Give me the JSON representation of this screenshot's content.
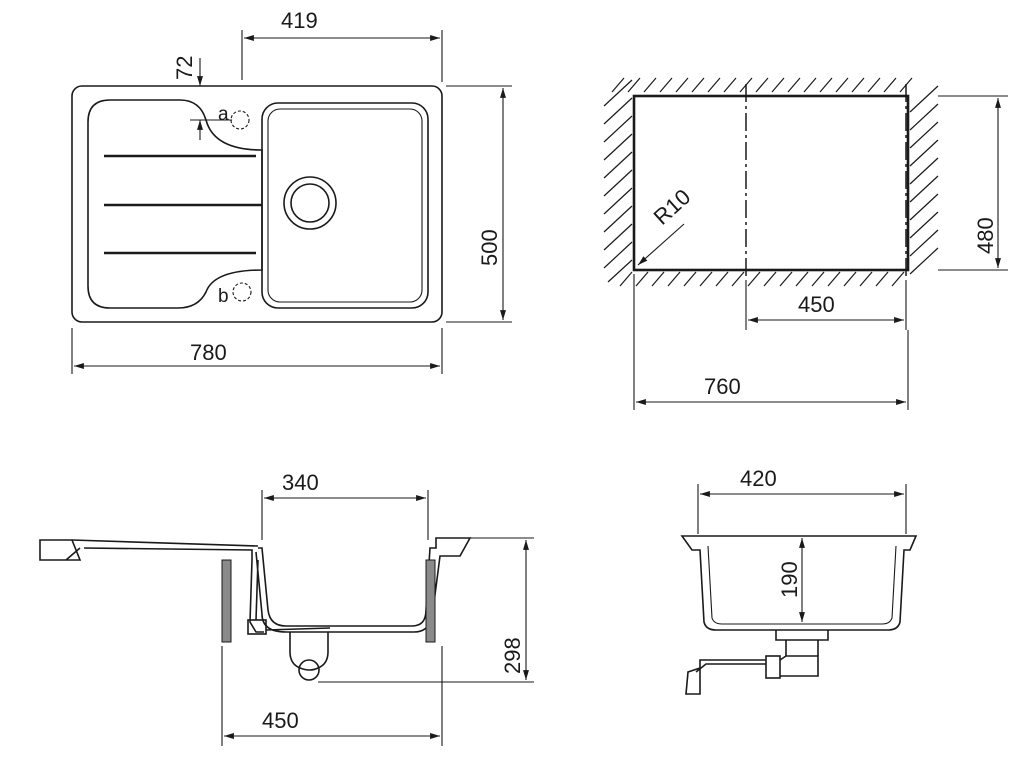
{
  "views": {
    "top_view": {
      "dim_width": "780",
      "dim_height": "500",
      "dim_bowl_width": "419",
      "dim_offset": "72",
      "label_a": "a",
      "label_b": "b"
    },
    "cutout_view": {
      "dim_width": "760",
      "dim_height": "480",
      "dim_bowl": "450",
      "dim_radius": "R10"
    },
    "front_section": {
      "dim_bowl_width": "340",
      "dim_cabinet": "450",
      "dim_height": "298"
    },
    "side_section": {
      "dim_width": "420",
      "dim_depth": "190"
    }
  }
}
